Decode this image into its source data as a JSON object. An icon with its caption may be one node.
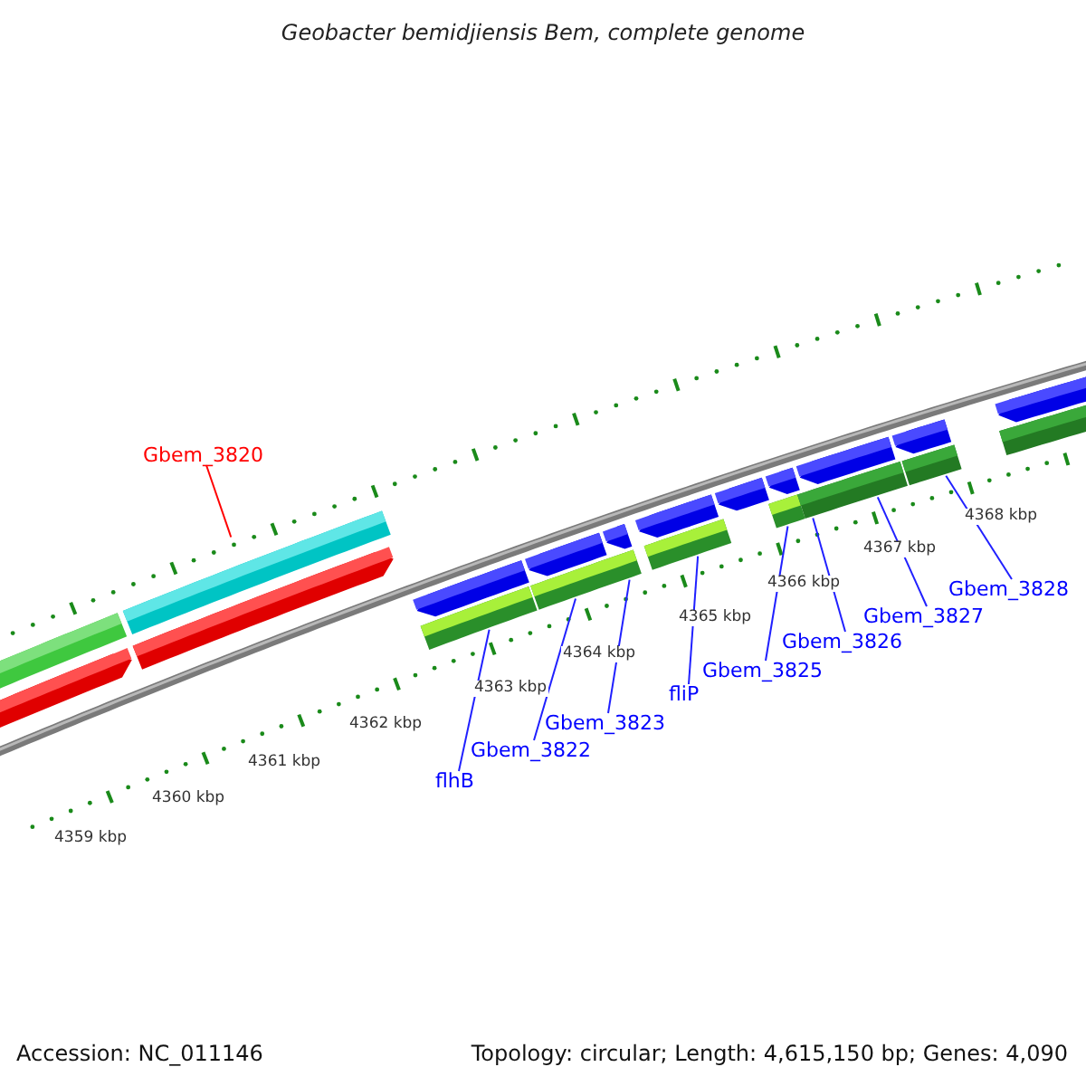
{
  "diagram": {
    "title": "Geobacter bemidjiensis Bem, complete genome",
    "nodes": [
      {
        "text": [
          "Gbem_3820"
        ]
      },
      {
        "text": [
          "flhB"
        ]
      },
      {
        "text": [
          "Gbem_3822"
        ]
      },
      {
        "text": [
          "Gbem_3823"
        ]
      },
      {
        "text": [
          "fliP"
        ]
      },
      {
        "text": [
          "Gbem_3825"
        ]
      },
      {
        "text": [
          "Gbem_3826"
        ]
      },
      {
        "text": [
          "Gbem_3827"
        ]
      },
      {
        "text": [
          "Gbem_3828"
        ]
      }
    ],
    "edges": [
      {
        "from": 0,
        "to": null,
        "arrow": "none",
        "color": "#ff0000"
      },
      {
        "from": 1,
        "to": null,
        "arrow": "none"
      },
      {
        "from": 2,
        "to": null,
        "arrow": "none"
      },
      {
        "from": 3,
        "to": null,
        "arrow": "none"
      },
      {
        "from": 4,
        "to": null,
        "arrow": "none"
      },
      {
        "from": 5,
        "to": null,
        "arrow": "none"
      },
      {
        "from": 6,
        "to": null,
        "arrow": "none"
      },
      {
        "from": 7,
        "to": null,
        "arrow": "none"
      },
      {
        "from": 8,
        "to": null,
        "arrow": "none"
      }
    ],
    "labels": [
      "4359 kbp",
      "4360 kbp",
      "4361 kbp",
      "4362 kbp",
      "4363 kbp",
      "4364 kbp",
      "4365 kbp",
      "4366 kbp",
      "4367 kbp",
      "4368 kbp",
      "Accession: NC_011146",
      "Topology: circular; Length: 4,615,150 bp; Genes: 4,090"
    ]
  }
}
